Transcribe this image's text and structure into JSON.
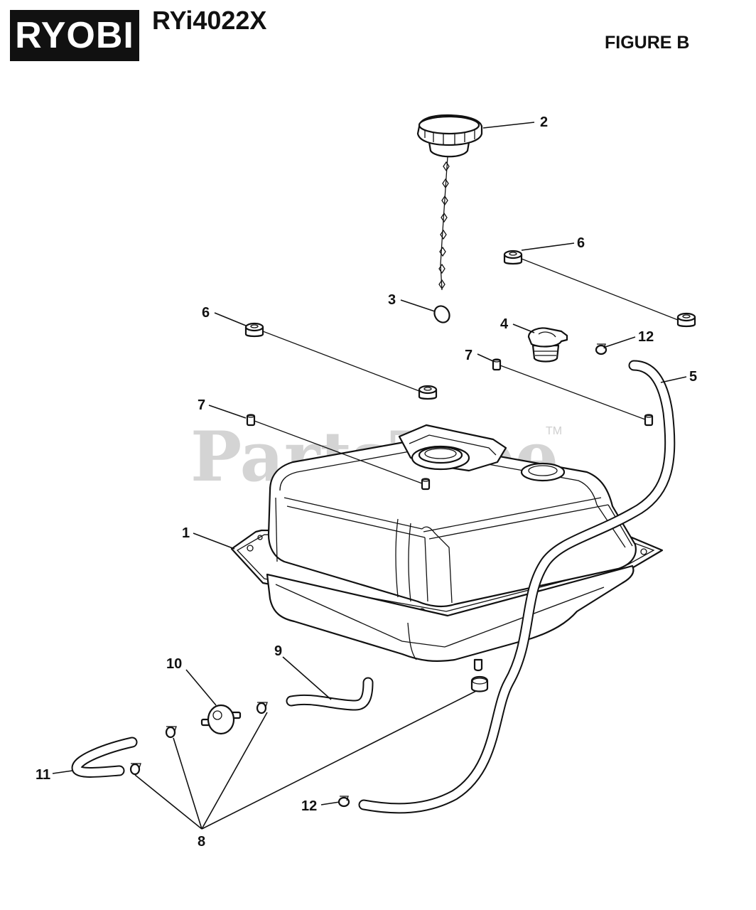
{
  "header": {
    "brand_logo_text": "RYOBI",
    "model": "RYi4022X",
    "figure_label": "FIGURE B"
  },
  "watermark": {
    "text": "PartsTree",
    "trademark": "TM"
  },
  "callouts": {
    "c1": "1",
    "c2": "2",
    "c3": "3",
    "c4": "4",
    "c5": "5",
    "c6a": "6",
    "c6b": "6",
    "c7a": "7",
    "c7b": "7",
    "c8": "8",
    "c9": "9",
    "c10": "10",
    "c11": "11",
    "c12a": "12",
    "c12b": "12"
  }
}
